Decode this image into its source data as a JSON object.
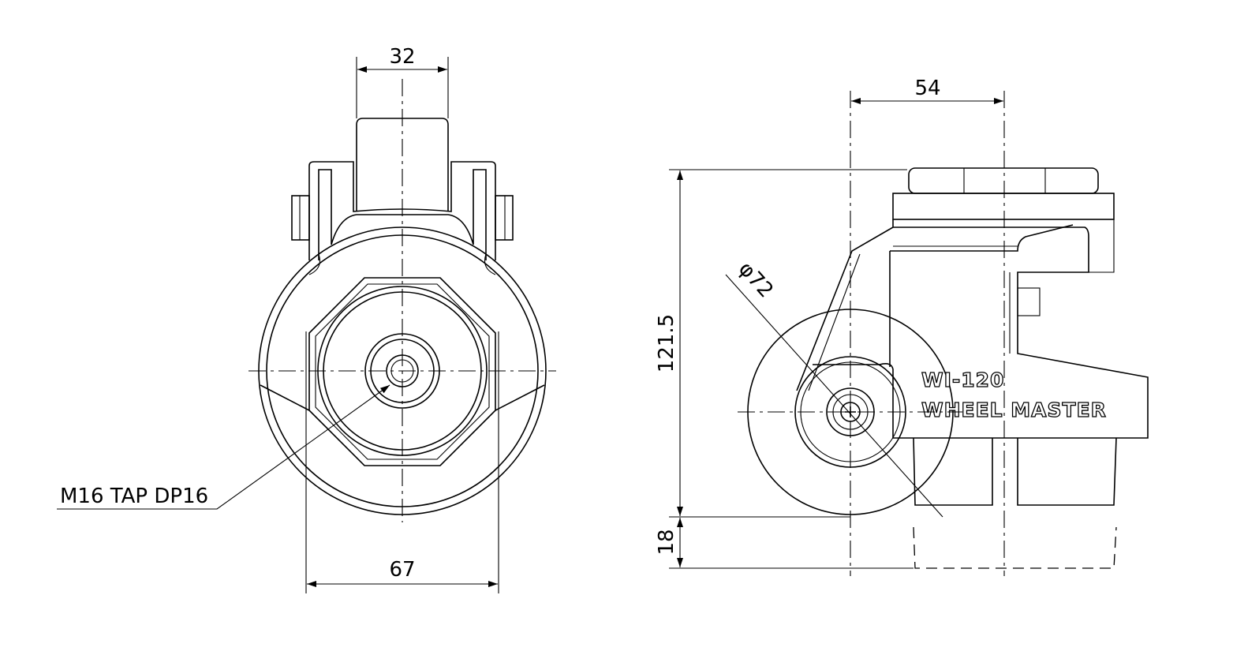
{
  "drawing": {
    "front_view": {
      "dimension_top_width": "32",
      "dimension_bottom_width": "67",
      "tap_note": "M16 TAP DP16"
    },
    "side_view": {
      "dimension_offset": "54",
      "dimension_height": "121.5",
      "dimension_adjust": "18",
      "dimension_wheel_diameter": "φ72",
      "model_label": "WI-120",
      "brand_label": "WHEEL MASTER"
    }
  }
}
